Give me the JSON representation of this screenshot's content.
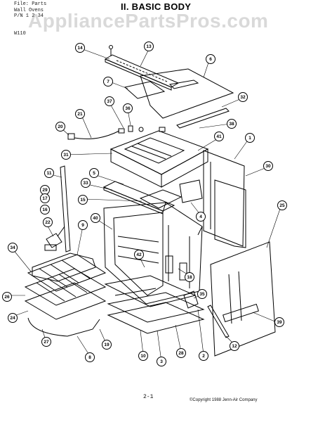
{
  "header": {
    "file_line": "File: Parts",
    "doc_line": "Wall Ovens",
    "pn_line": "P/N 1 2 34",
    "model": "W110",
    "title": "II. BASIC BODY"
  },
  "watermark": "AppliancePartsPros.com",
  "footer": {
    "page_number": "2-1",
    "copyright": "©Copyright 1988 Jenn-Air Company"
  },
  "callouts": [
    "14",
    "13",
    "6",
    "7",
    "32",
    "37",
    "36",
    "38",
    "21",
    "20",
    "41",
    "31",
    "1",
    "30",
    "11",
    "5",
    "33",
    "15",
    "4",
    "29",
    "17",
    "16",
    "22",
    "40",
    "25",
    "9",
    "34",
    "42",
    "18",
    "26",
    "24",
    "27",
    "8",
    "19",
    "10",
    "3",
    "28",
    "35",
    "2",
    "12",
    "39"
  ]
}
